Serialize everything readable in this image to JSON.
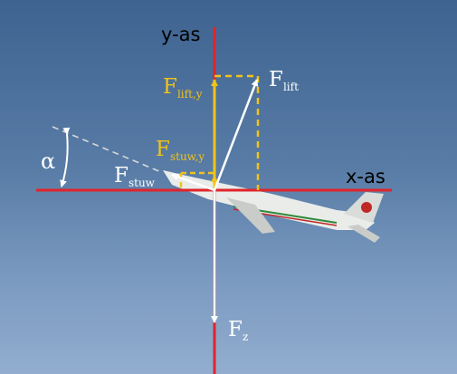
{
  "axes": {
    "y_label": "y-as",
    "x_label": "x-as"
  },
  "forces": {
    "lift": {
      "symbol": "F",
      "subscript": "lift"
    },
    "lift_y": {
      "symbol": "F",
      "subscript": "lift,y"
    },
    "stuw": {
      "symbol": "F",
      "subscript": "stuw"
    },
    "stuw_y": {
      "symbol": "F",
      "subscript": "stuw,y"
    },
    "gravity": {
      "symbol": "F",
      "subscript": "z"
    }
  },
  "angle_symbol": "α",
  "colors": {
    "axis": "#e0242b",
    "force_white": "#ffffff",
    "component_gold": "#f2c318"
  }
}
